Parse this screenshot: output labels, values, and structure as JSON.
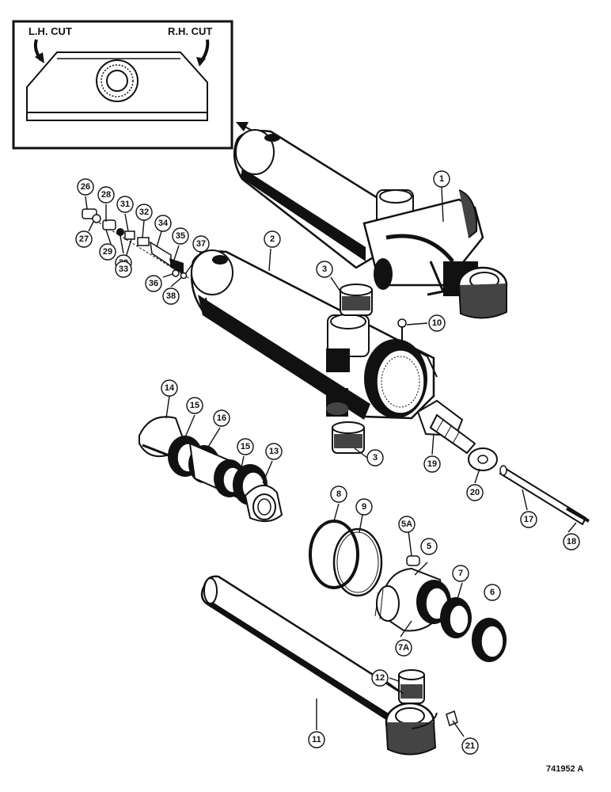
{
  "inset": {
    "left_label": "L.H. CUT",
    "right_label": "R.H. CUT"
  },
  "part_numbers": [
    "1",
    "2",
    "3",
    "3",
    "5",
    "5A",
    "6",
    "7",
    "7A",
    "8",
    "9",
    "10",
    "11",
    "12",
    "13",
    "14",
    "15",
    "15",
    "16",
    "17",
    "18",
    "19",
    "20",
    "21",
    "26",
    "27",
    "28",
    "29",
    "30",
    "31",
    "32",
    "33",
    "34",
    "35",
    "36",
    "37",
    "38"
  ],
  "figure_number": "741952 A",
  "colors": {
    "ink": "#111111",
    "paper": "#ffffff",
    "shade": "#444444"
  }
}
